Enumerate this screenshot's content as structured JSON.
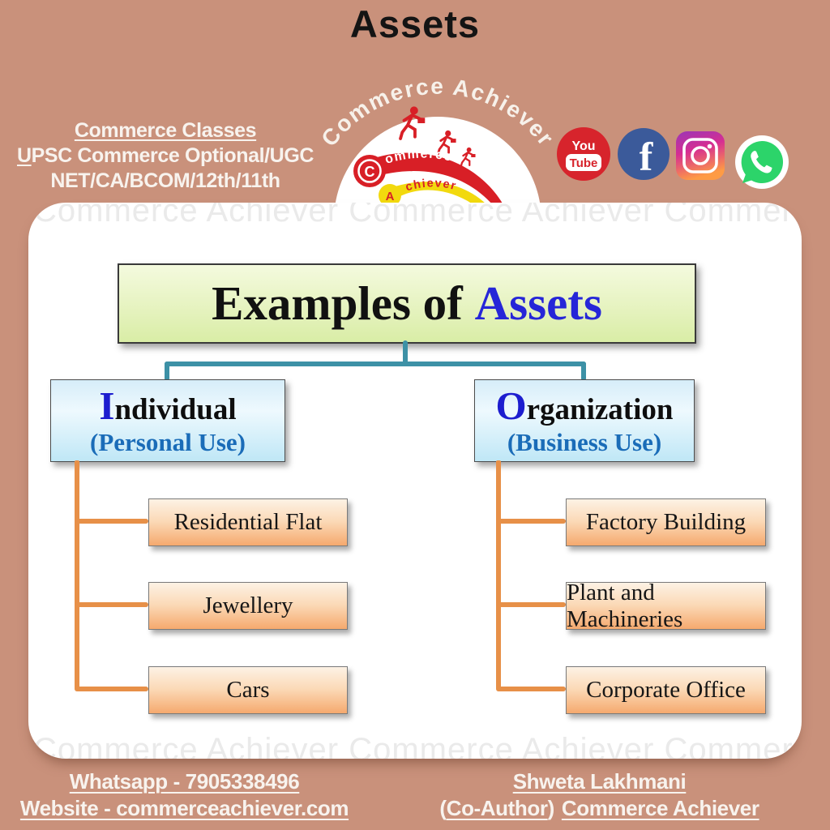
{
  "page": {
    "title": "Assets"
  },
  "header": {
    "classes_block": {
      "line1": "Commerce Classes",
      "line2_initial": "U",
      "line2_rest": "PSC Commerce Optional/UGC",
      "line3": "NET/CA/BCOM/12th/11th"
    },
    "logo": {
      "arc_text": "Commerce Achiever",
      "c_badge": "C",
      "commerce_band": "ommerce",
      "a_badge": "A",
      "achiever_band": "chiever"
    },
    "social": {
      "youtube_line1": "You",
      "youtube_line2": "Tube",
      "facebook_letter": "f"
    }
  },
  "diagram": {
    "watermark": "Commerce Achiever   Commerce Achiever   Commerce Achiever",
    "title": {
      "prefix": "Examples of ",
      "highlight": "Assets"
    },
    "branches": [
      {
        "initial": "I",
        "rest": "ndividual",
        "sub": "(Personal Use)",
        "items": [
          "Residential Flat",
          "Jewellery",
          "Cars"
        ]
      },
      {
        "initial": "O",
        "rest": "rganization",
        "sub": "(Business Use)",
        "items": [
          "Factory Building",
          "Plant and Machineries",
          "Corporate Office"
        ]
      }
    ]
  },
  "footer": {
    "contact": {
      "line1": "Whatsapp - 7905338496",
      "line2": "Website - commerceachiever.com"
    },
    "author": {
      "line1": "Shweta Lakhmani",
      "line2_open": "(",
      "line2_coauthor": "Co-Author",
      "line2_close": ")",
      "line2_rest": "Commerce Achiever"
    }
  },
  "colors": {
    "bg": "#c9917b",
    "card": "#ffffff",
    "teal": "#3d91a6",
    "orange-line": "#e79048",
    "title-blue": "#2626d8",
    "initial-blue": "#1d1dcf",
    "sub-blue": "#1a6cb8",
    "red": "#d81f26",
    "yellow": "#f2d90e",
    "watermark": "#eaeaea",
    "text-light": "#f8f3ee"
  }
}
